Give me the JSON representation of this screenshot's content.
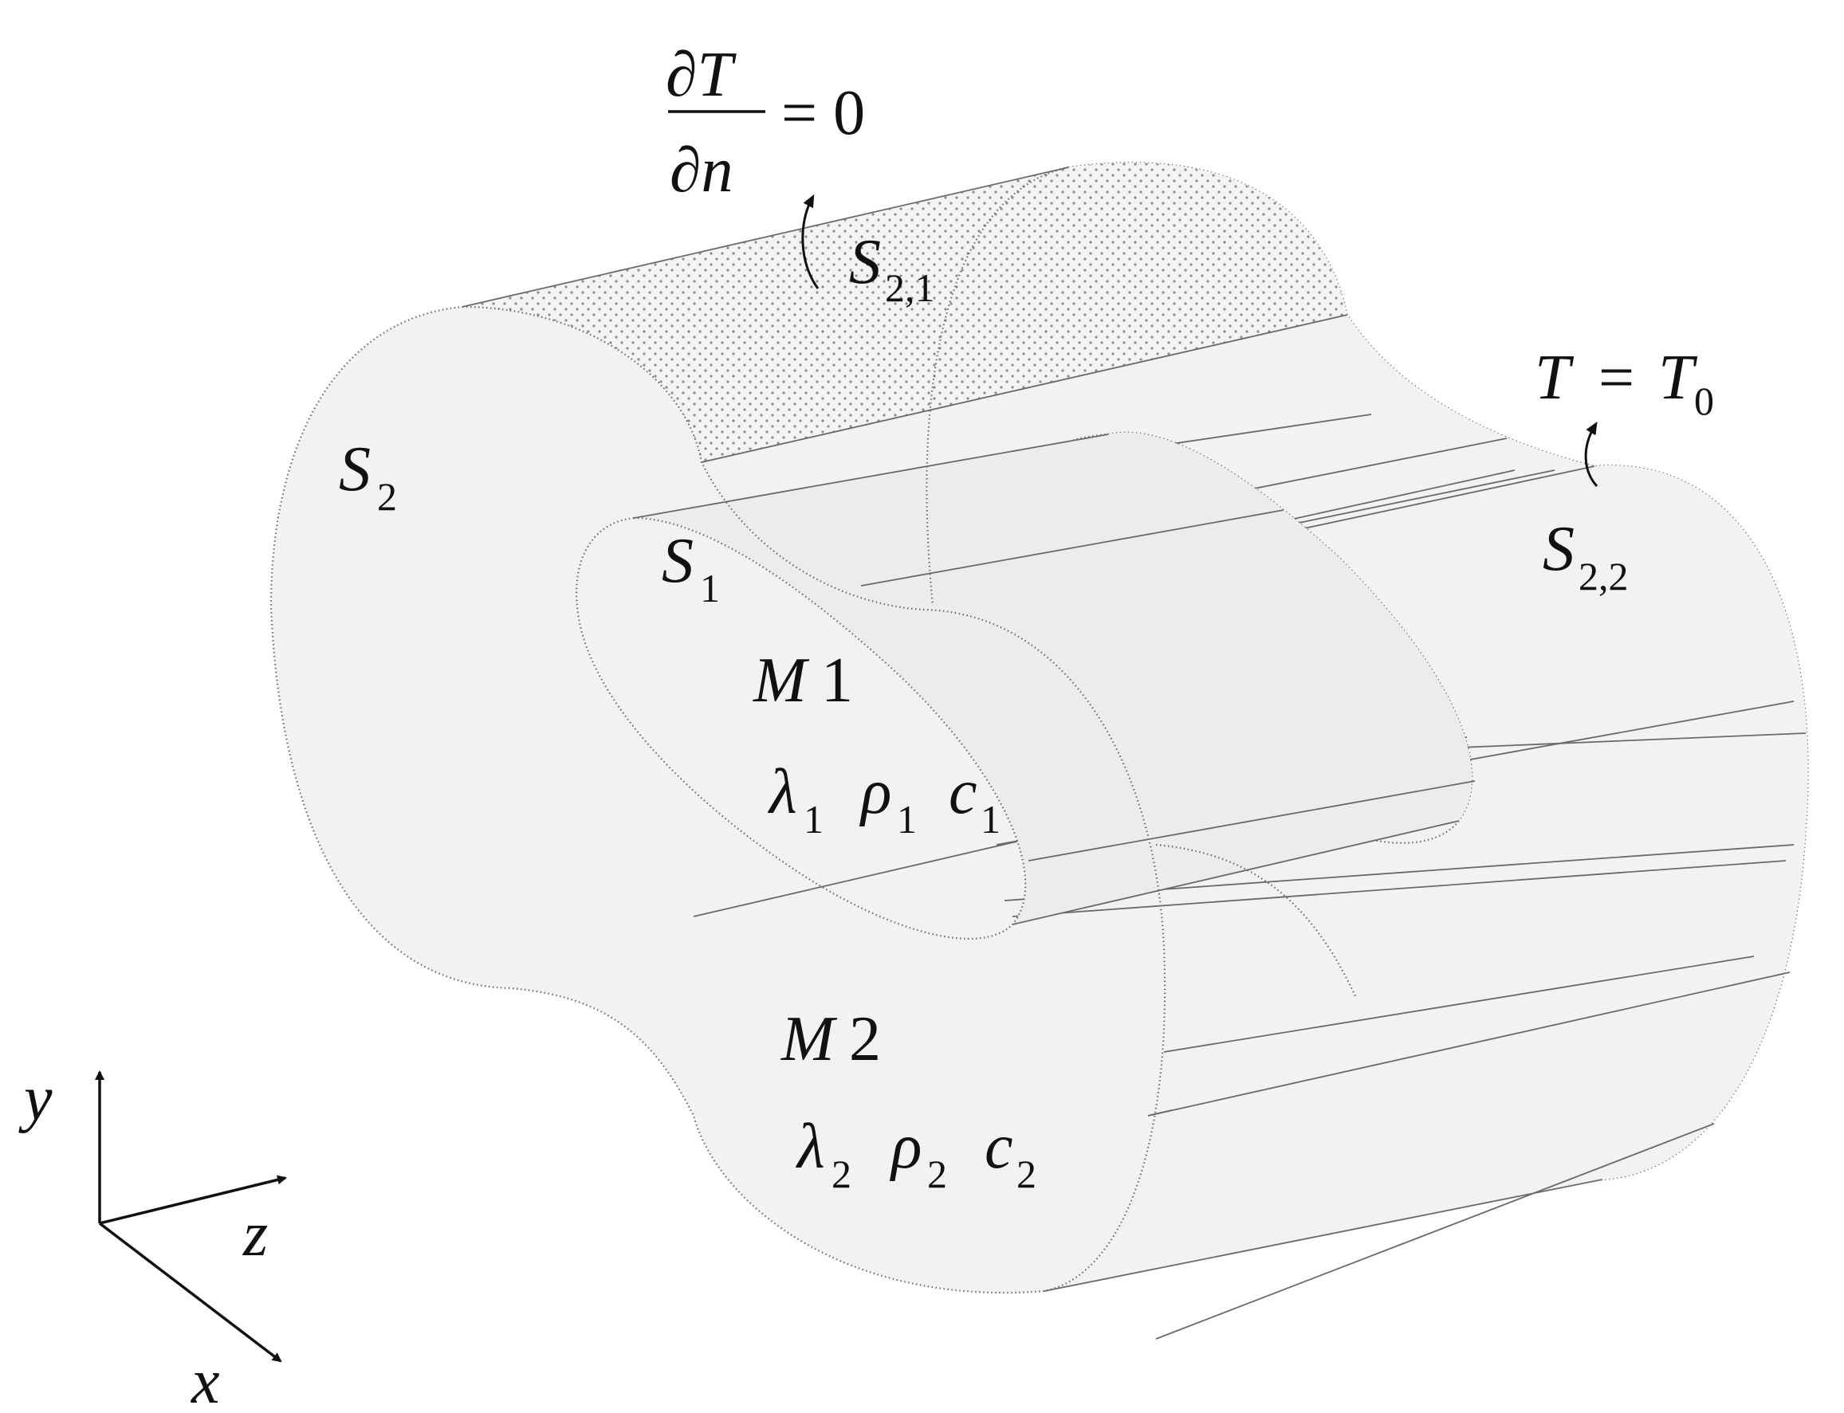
{
  "boundary_condition_top": {
    "numerator": "∂T",
    "denominator": "∂n",
    "equals": "= 0"
  },
  "boundary_condition_right": {
    "lhs": "T",
    "equals": "=",
    "rhs": "T",
    "rhs_subscript": "0"
  },
  "surfaces": {
    "s2": {
      "symbol": "S",
      "subscript": "2"
    },
    "s1": {
      "symbol": "S",
      "subscript": "1"
    },
    "s21": {
      "symbol": "S",
      "subscript": "2,1"
    },
    "s22": {
      "symbol": "S",
      "subscript": "2,2"
    }
  },
  "materials": {
    "m1": {
      "label": "M",
      "number": "1",
      "lambda": "λ",
      "rho": "ρ",
      "c": "c",
      "index": "1"
    },
    "m2": {
      "label": "M",
      "number": "2",
      "lambda": "λ",
      "rho": "ρ",
      "c": "c",
      "index": "2"
    }
  },
  "axes": {
    "x": "x",
    "y": "y",
    "z": "z"
  },
  "colors": {
    "background": "#ffffff",
    "body_fill": "#f2f2f2",
    "inner_fill": "#e8e8e8",
    "line": "#6a6a6a",
    "text": "#111111"
  }
}
